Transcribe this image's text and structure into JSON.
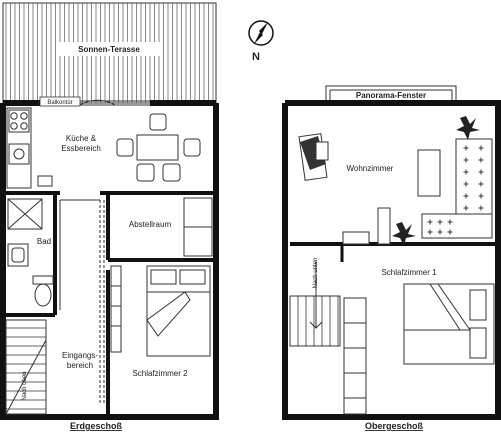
{
  "ground_floor": {
    "caption": "Erdgeschoß",
    "terrace": "Sonnen-Terasse",
    "balcony_door": "Balkontür",
    "kitchen": "Küche &",
    "kitchen_line2": "Essbereich",
    "bath": "Bad",
    "storage": "Abstellraum",
    "entrance": "Eingangs-",
    "entrance_line2": "bereich",
    "bedroom2": "Schlafzimmer 2",
    "stairs_up": "Nach oben"
  },
  "upper_floor": {
    "caption": "Obergeschoß",
    "panorama_window": "Panorama-Fenster",
    "living_room": "Wohnzimmer",
    "bedroom1": "Schlafzimmer 1",
    "stairs_down": "Nach unten"
  },
  "compass_letter": "N"
}
